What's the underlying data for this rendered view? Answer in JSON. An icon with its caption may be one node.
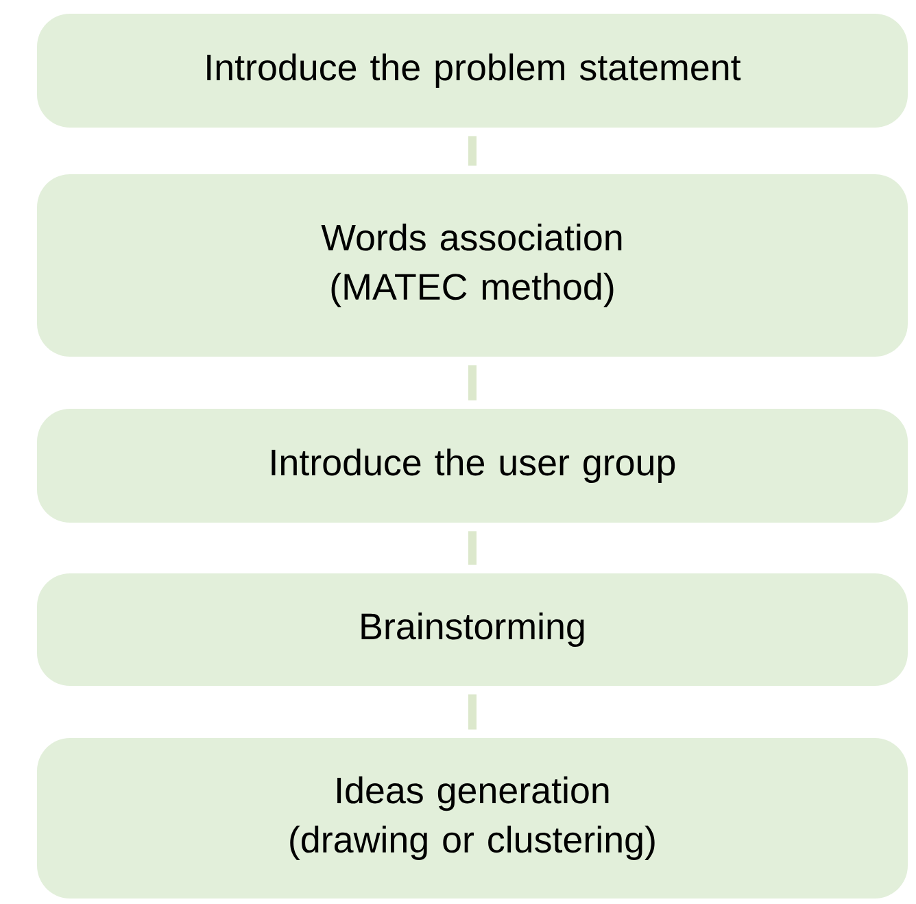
{
  "diagram": {
    "nodes": [
      {
        "text": [
          "Introduce the problem statement"
        ]
      },
      {
        "text": [
          "Words association (MATEC method)"
        ]
      },
      {
        "text": [
          "Introduce the user group"
        ]
      },
      {
        "text": [
          "Brainstorming"
        ]
      },
      {
        "text": [
          "Ideas generation (drawing or clustering)"
        ]
      }
    ],
    "edges": [
      {
        "from": 0,
        "to": 1,
        "arrow": "none"
      },
      {
        "from": 1,
        "to": 2,
        "arrow": "none"
      },
      {
        "from": 2,
        "to": 3,
        "arrow": "none"
      },
      {
        "from": 3,
        "to": 4,
        "arrow": "none"
      }
    ]
  }
}
